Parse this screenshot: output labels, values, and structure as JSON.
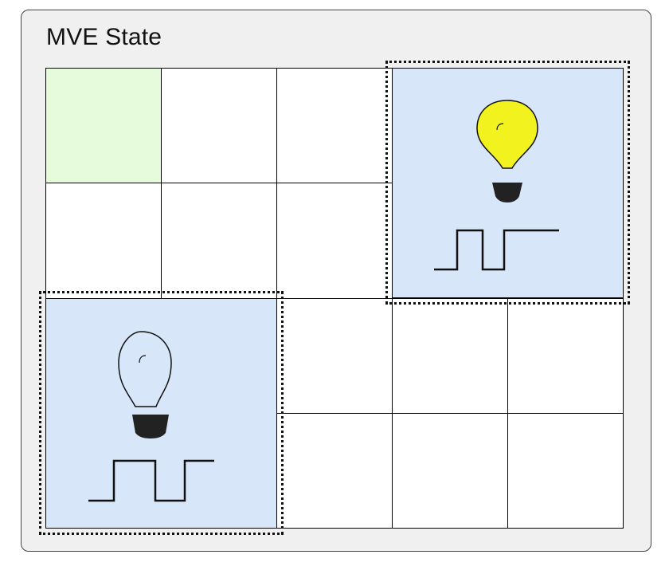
{
  "panel": {
    "title": "MVE State"
  },
  "grid": {
    "rows": 4,
    "cols": 5,
    "active_cell": {
      "row": 0,
      "col": 0
    },
    "cell_color": "#ffffff",
    "active_color": "#e6fbdc"
  },
  "devices": [
    {
      "id": "light-1",
      "icon": "lightbulb-icon",
      "state": "on",
      "signal_icon": "square-wave-icon",
      "bulb_color": "#f2f21e"
    },
    {
      "id": "light-2",
      "icon": "lightbulb-icon",
      "state": "off",
      "signal_icon": "square-wave-icon",
      "bulb_color": "#ffffff"
    }
  ],
  "colors": {
    "zone_fill": "#d8e6f9",
    "panel_bg": "#f0f0f0"
  }
}
